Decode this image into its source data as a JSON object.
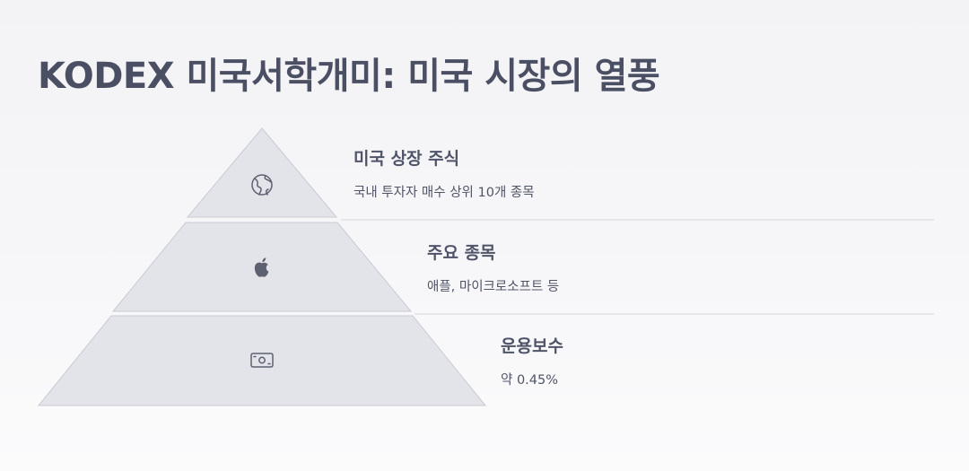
{
  "title": "KODEX 미국서학개미: 미국 시장의 열풍",
  "colors": {
    "tier_fill": "#e3e4e9",
    "tier_stroke": "#c9cbd3",
    "divider": "#d6d7dd",
    "icon": "#5c6070",
    "text": "#505468"
  },
  "tiers": [
    {
      "icon": "globe-icon",
      "heading": "미국 상장 주식",
      "description": "국내 투자자 매수 상위 10개 종목"
    },
    {
      "icon": "apple-icon",
      "heading": "주요 종목",
      "description": "애플, 마이크로소프트 등"
    },
    {
      "icon": "money-icon",
      "heading": "운용보수",
      "description": "약 0.45%"
    }
  ]
}
